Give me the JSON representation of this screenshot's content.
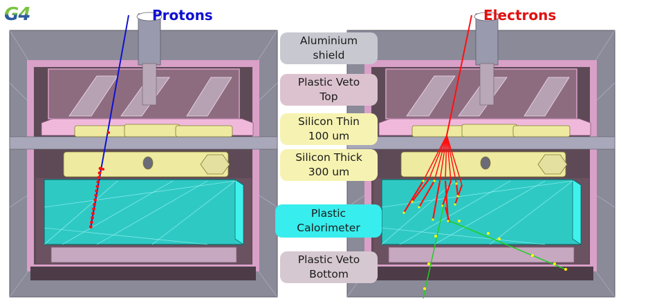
{
  "logo": {
    "text": "G4",
    "color_top": "#7cc242",
    "color_bottom": "#2e5a9c"
  },
  "titles": {
    "protons": {
      "text": "Protons",
      "color": "#1010d0"
    },
    "electrons": {
      "text": "Electrons",
      "color": "#e01010"
    }
  },
  "labels": [
    {
      "id": "aluminium-shield",
      "text": "Aluminium\nshield",
      "color": "#c8c8d0"
    },
    {
      "id": "plastic-veto-top",
      "text": "Plastic Veto\nTop",
      "color": "#dcc2cf"
    },
    {
      "id": "silicon-thin",
      "text": "Silicon Thin\n100 um",
      "color": "#f6f3b2"
    },
    {
      "id": "silicon-thick",
      "text": "Silicon Thick\n300 um",
      "color": "#f6f3b2"
    },
    {
      "id": "plastic-calorimeter",
      "text": "Plastic\nCalorimeter",
      "color": "#38eded"
    },
    {
      "id": "plastic-veto-bottom",
      "text": "Plastic Veto\nBottom",
      "color": "#d6c8d0"
    }
  ],
  "colors": {
    "aluminium": "#8a8a99",
    "veto_plastic": "#d9a0c8",
    "silicon": "#eeeaa0",
    "calorimeter": "#2fc9c4",
    "proton_track": "#1010d0",
    "electron_track": "#ff1010",
    "gamma_track": "#20d020",
    "step_point": "#ffff00"
  }
}
